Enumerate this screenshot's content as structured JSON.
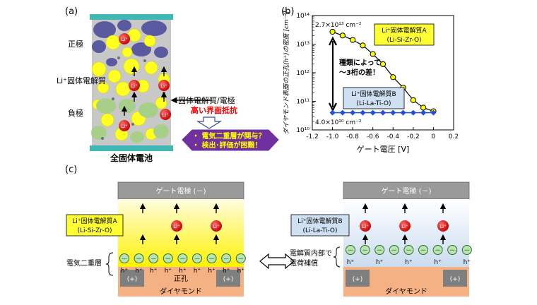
{
  "panel_a": {
    "label": "(a)",
    "positive_electrode": "正極",
    "electrolyte": "Li⁺固体電解質",
    "negative_electrode": "負極",
    "ion": "Li⁺",
    "interface_label": "固体電解質/電極",
    "interface_resistance": "高い界面抵抗",
    "caption": "全固体電池",
    "hex_line1": "・ 電気二重層が関与？",
    "hex_line2": "・ 検出･評価が困難！"
  },
  "panel_b": {
    "label": "(b)",
    "ylabel": "ダイヤモンド表面の正孔(h⁺)の密度 [cm⁻²]",
    "xlabel": "ゲート電圧 [V]",
    "annotation_top": "2.7×10¹³ cm⁻²",
    "annotation_bottom": "4.0×10¹⁰ cm⁻²",
    "diff_line1": "種類によって",
    "diff_line2": "～3桁の差！",
    "legend_a_line1": "Li⁺固体電解質A",
    "legend_a_line2": "(Li-Si-Zr-O)",
    "legend_b_line1": "Li⁺固体電解質B",
    "legend_b_line2": "(Li-La-Ti-O)",
    "colors": {
      "series_a": "#000000",
      "series_a_fill": "#ffff00",
      "series_b": "#1f4fe0"
    }
  },
  "chart_data": {
    "type": "scatter",
    "x_ticks": [
      "-1.2",
      "-1.0",
      "-0.8",
      "-0.6",
      "-0.4",
      "-0.2",
      "0",
      "0.2"
    ],
    "y_ticks": [
      "10¹⁰",
      "10¹¹",
      "10¹²",
      "10¹³",
      "10¹⁴"
    ],
    "xlim": [
      -1.2,
      0.2
    ],
    "ylim": [
      10000000000.0,
      100000000000000.0
    ],
    "yscale": "log",
    "xlabel": "ゲート電圧 [V]",
    "ylabel": "ダイヤモンド表面の正孔(h⁺)の密度 [cm⁻²]",
    "series": [
      {
        "name": "Li⁺固体電解質A (Li-Si-Zr-O)",
        "marker": "circle",
        "x": [
          -1.0,
          -0.9,
          -0.8,
          -0.7,
          -0.6,
          -0.5,
          -0.4,
          -0.3,
          -0.2,
          -0.1,
          0.0
        ],
        "y": [
          27000000000000.0,
          20000000000000.0,
          14000000000000.0,
          9000000000000.0,
          4500000000000.0,
          2000000000000.0,
          700000000000.0,
          300000000000.0,
          110000000000.0,
          60000000000.0,
          45000000000.0
        ]
      },
      {
        "name": "Li⁺固体電解質B (Li-La-Ti-O)",
        "marker": "diamond",
        "x": [
          -1.0,
          -0.9,
          -0.8,
          -0.7,
          -0.6,
          -0.5,
          -0.4,
          -0.3,
          -0.2,
          -0.1,
          0.0
        ],
        "y": [
          40000000000.0,
          40000000000.0,
          40000000000.0,
          40000000000.0,
          40000000000.0,
          40000000000.0,
          40000000000.0,
          40000000000.0,
          40000000000.0,
          40000000000.0,
          40000000000.0
        ]
      }
    ]
  },
  "panel_c": {
    "label": "(c)",
    "gate_electrode": "ゲート電極 (－)",
    "left_legend_line1": "Li⁺固体電解質A",
    "left_legend_line2": "(Li-Si-Zr-O)",
    "right_legend_line1": "Li⁺固体電解質B",
    "right_legend_line2": "(Li-La-Ti-O)",
    "ion": "Li⁺",
    "electron": "－",
    "hole": "h⁺",
    "electric_double_layer": "電気二重層",
    "hole_label": "正孔",
    "plus": "(+)",
    "diamond": "ダイヤモンド",
    "comp_line1": "電解質内部で",
    "comp_line2": "電荷補償"
  }
}
